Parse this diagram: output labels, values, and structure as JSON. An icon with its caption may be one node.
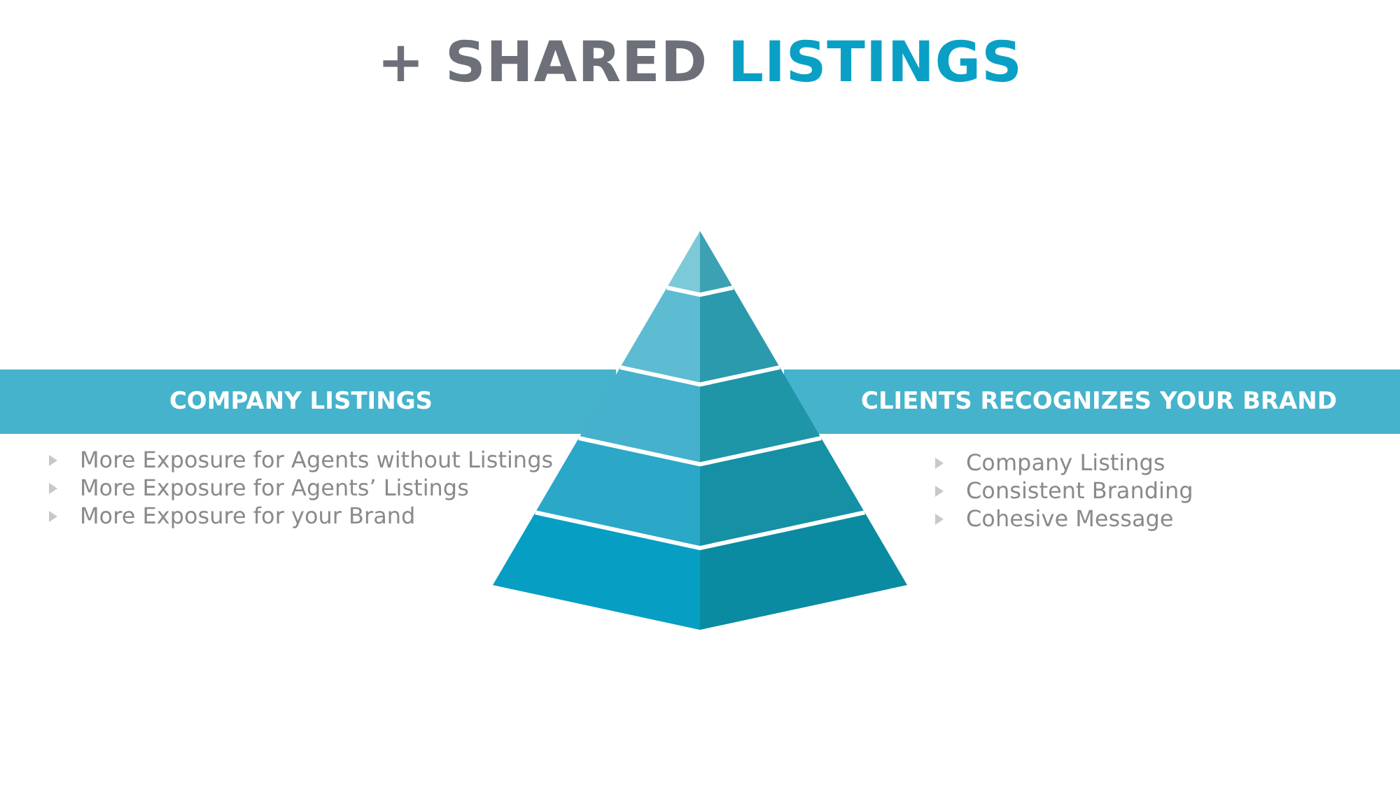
{
  "diagram": {
    "title": "+ SHARED **LISTINGS**",
    "nodes": [
      {
        "text": [
          "COMPANY LISTINGS"
        ],
        "beside": [
          "More Exposure for Agents without Listings",
          "More Exposure for Agents’ Listings",
          "More Exposure for your Brand"
        ]
      },
      {
        "text": [
          "CLIENTS RECOGNIZES YOUR BRAND"
        ],
        "beside": [
          "Company Listings",
          "Consistent Branding",
          "Cohesive Message"
        ]
      }
    ]
  }
}
